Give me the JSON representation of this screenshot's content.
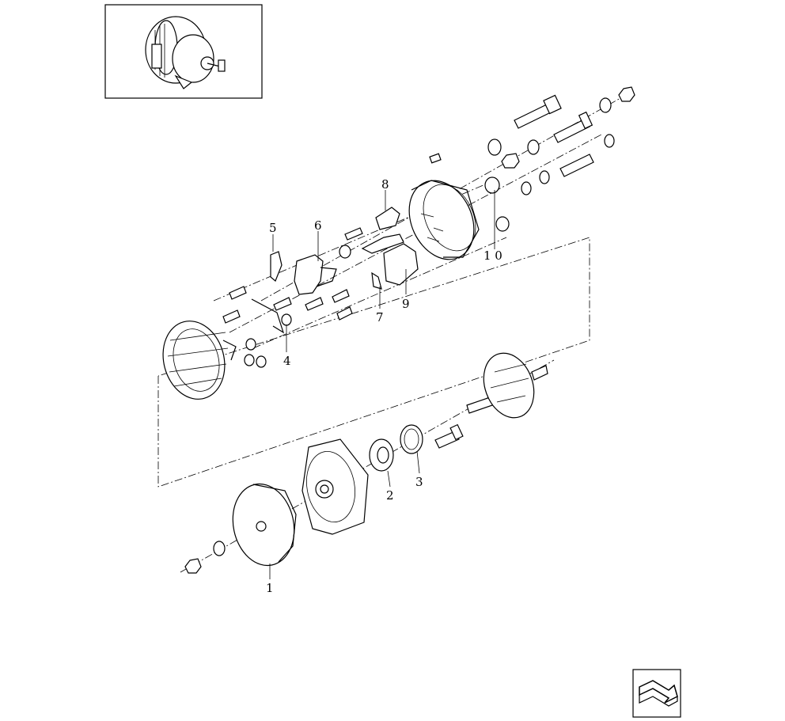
{
  "diagram": {
    "callouts": [
      {
        "id": "1",
        "label": "1"
      },
      {
        "id": "2",
        "label": "2"
      },
      {
        "id": "3",
        "label": "3"
      },
      {
        "id": "4",
        "label": "4"
      },
      {
        "id": "5",
        "label": "5"
      },
      {
        "id": "6",
        "label": "6"
      },
      {
        "id": "7",
        "label": "7"
      },
      {
        "id": "8",
        "label": "8"
      },
      {
        "id": "9",
        "label": "9"
      },
      {
        "id": "10",
        "label": "1 0"
      }
    ],
    "icons": {
      "thumbnail": "alternator-assembly-thumbnail",
      "navigation": "return-arrow-icon"
    }
  }
}
